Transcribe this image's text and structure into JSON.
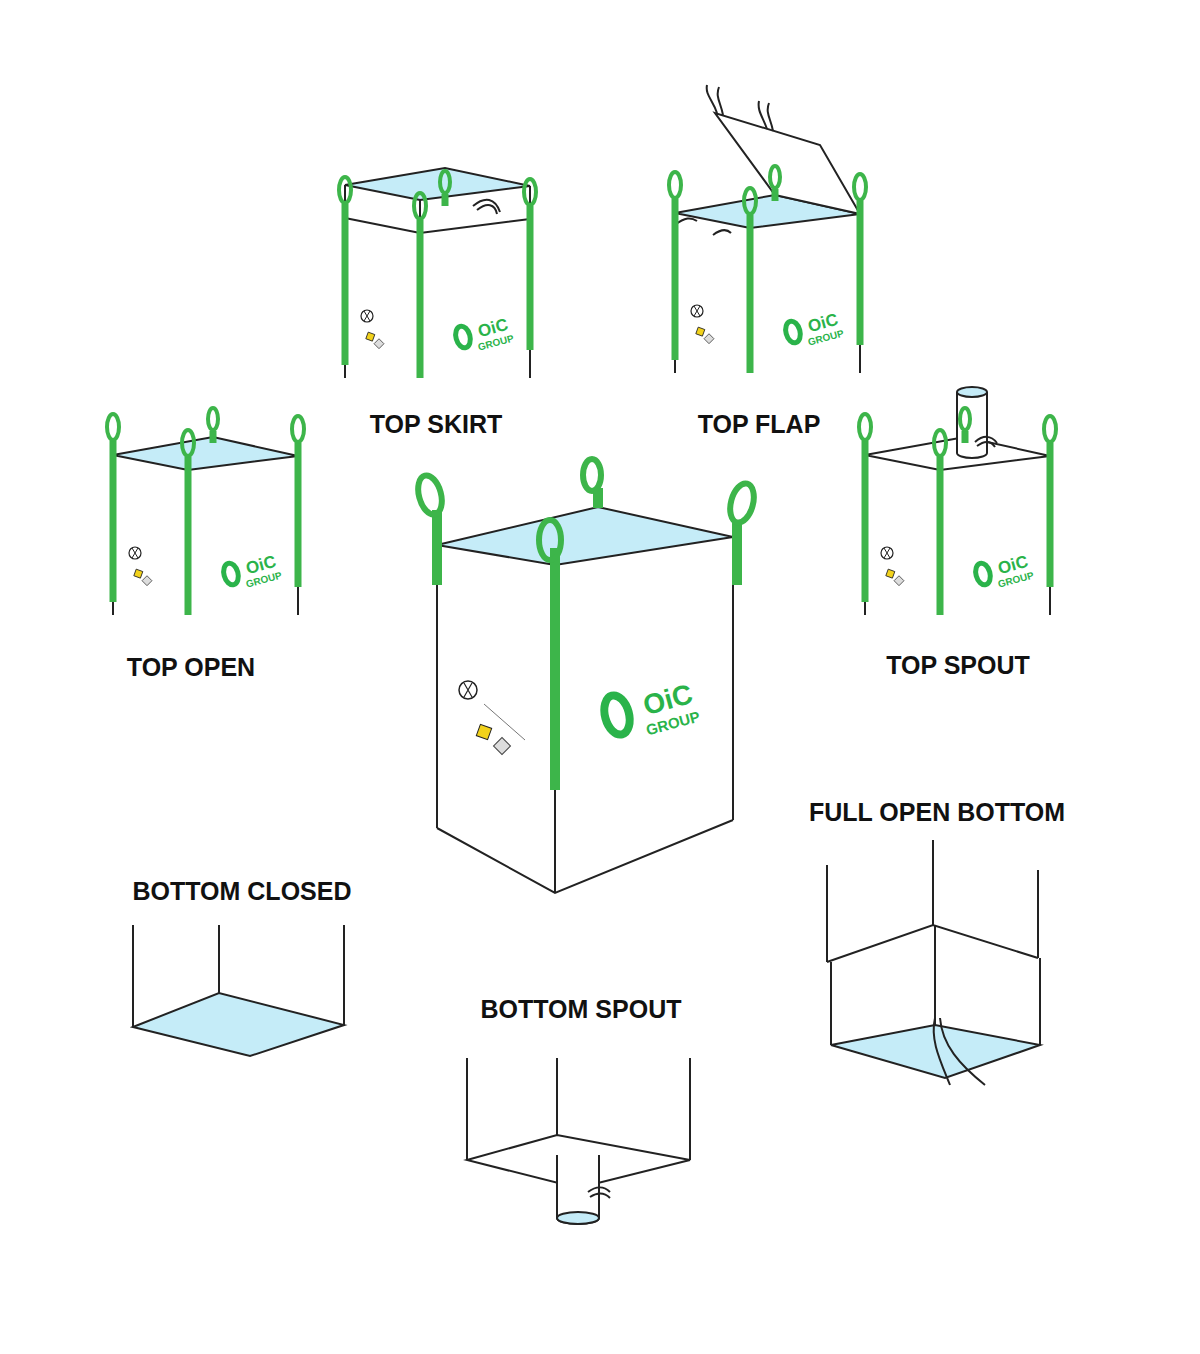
{
  "diagram": {
    "labels": [
      "OiC",
      "GROUP",
      "OiC",
      "GROUP",
      "TOP SKIRT",
      "TOP FLAP",
      "OiC",
      "GROUP",
      "OiC",
      "GROUP",
      "TOP OPEN",
      "TOP SPOUT",
      "OiC",
      "GROUP",
      "FULL OPEN BOTTOM",
      "BOTTOM CLOSED",
      "BOTTOM SPOUT"
    ]
  }
}
